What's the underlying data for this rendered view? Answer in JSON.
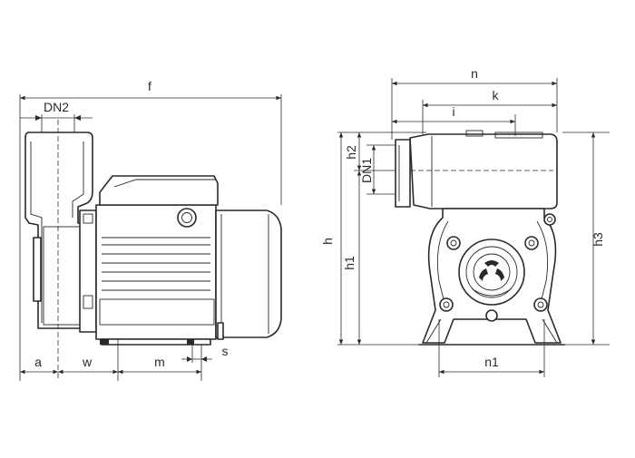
{
  "labels": {
    "f": "f",
    "dn2": "DN2",
    "a": "a",
    "w": "w",
    "m": "m",
    "s": "s",
    "n": "n",
    "k": "k",
    "i": "i",
    "h2": "h2",
    "dn1": "DN1",
    "h": "h",
    "h1": "h1",
    "h3": "h3",
    "n1": "n1"
  }
}
